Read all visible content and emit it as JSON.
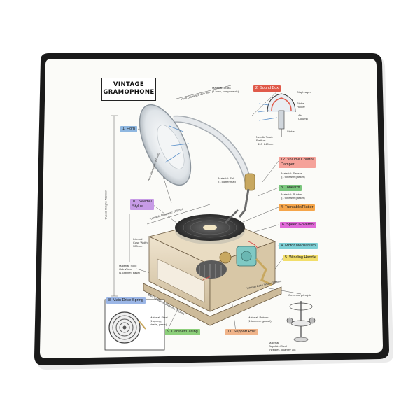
{
  "title": {
    "line1": "VINTAGE",
    "line2": "GRAMOPHONE"
  },
  "colors": {
    "pad_border": "#1a1a1a",
    "pad_surface": "#fbfbf8",
    "brass": "#c8a860"
  },
  "labels": [
    {
      "id": "horn",
      "text": "1. Horn",
      "color": "#8fb7e0"
    },
    {
      "id": "sound-box",
      "text": "2. Sound Box",
      "color": "#e05a4a"
    },
    {
      "id": "tonearm",
      "text": "3. Tonearm",
      "color": "#7bc67e"
    },
    {
      "id": "motor",
      "text": "4. Motor Mechanism",
      "color": "#7fd0d6"
    },
    {
      "id": "winding",
      "text": "5. Winding Handle",
      "color": "#f2de6a"
    },
    {
      "id": "speed",
      "text": "6. Speed Governor",
      "color": "#e06ad8"
    },
    {
      "id": "turntable",
      "text": "4. Turntable/Platter",
      "color": "#f5a54a"
    },
    {
      "id": "main-spring",
      "text": "8. Main Drive Spring",
      "color": "#9bb6e6"
    },
    {
      "id": "cabinet",
      "text": "9. Cabinet/Casing",
      "color": "#8ccf7a"
    },
    {
      "id": "needle",
      "text": "10. Needle/\nStylus",
      "color": "#c79be6"
    },
    {
      "id": "support",
      "text": "11. Support Post",
      "color": "#f0b48a"
    },
    {
      "id": "volume",
      "text": "12. Volume Control\nDamper",
      "color": "#f5a29a"
    }
  ],
  "notes": {
    "brass": "Material: Brass\n(1 horn, components)",
    "felt": "Material: Felt\n(1 platter mat)",
    "wood": "Material: Solid\nOak Wood\n(1 cabinet, base)",
    "steel": "Material: Steel\n(1 spring,\nshafts, gears)",
    "rubber_tonearm": "Material: Rubber\n(1 tonearm gasket)",
    "rubber_support": "Material: Rubber\n(1 tonearm gasket)",
    "sensor": "Material: Sensor\n(1 tonearm gasket)",
    "sapphire": "Material:\nSapphire/Steel\n(needles, quantity 10)",
    "diaphragm": "Diaphragm",
    "stylus_holder": "Stylus\nHolder",
    "air_column": "Air\nColumn",
    "stylus": "Stylus",
    "needle_track": "Needle Track\nRadius:\n~110~240mm",
    "governor": "Governor principle"
  },
  "dims": {
    "horn_dia": "Horn Diameter: 450 mm",
    "horn_len": "Horn Diameter: 450 mm",
    "overall_h": "Overall Height: 780 mm",
    "turntable_dia": "Turntable Diameter: 280 mm",
    "internal_w": "Internal\nCase Width:\n320mm",
    "base_fp": "Base Footprint: 350mm x 350mm",
    "internal_case": "Internal Case Width: 320mm"
  }
}
